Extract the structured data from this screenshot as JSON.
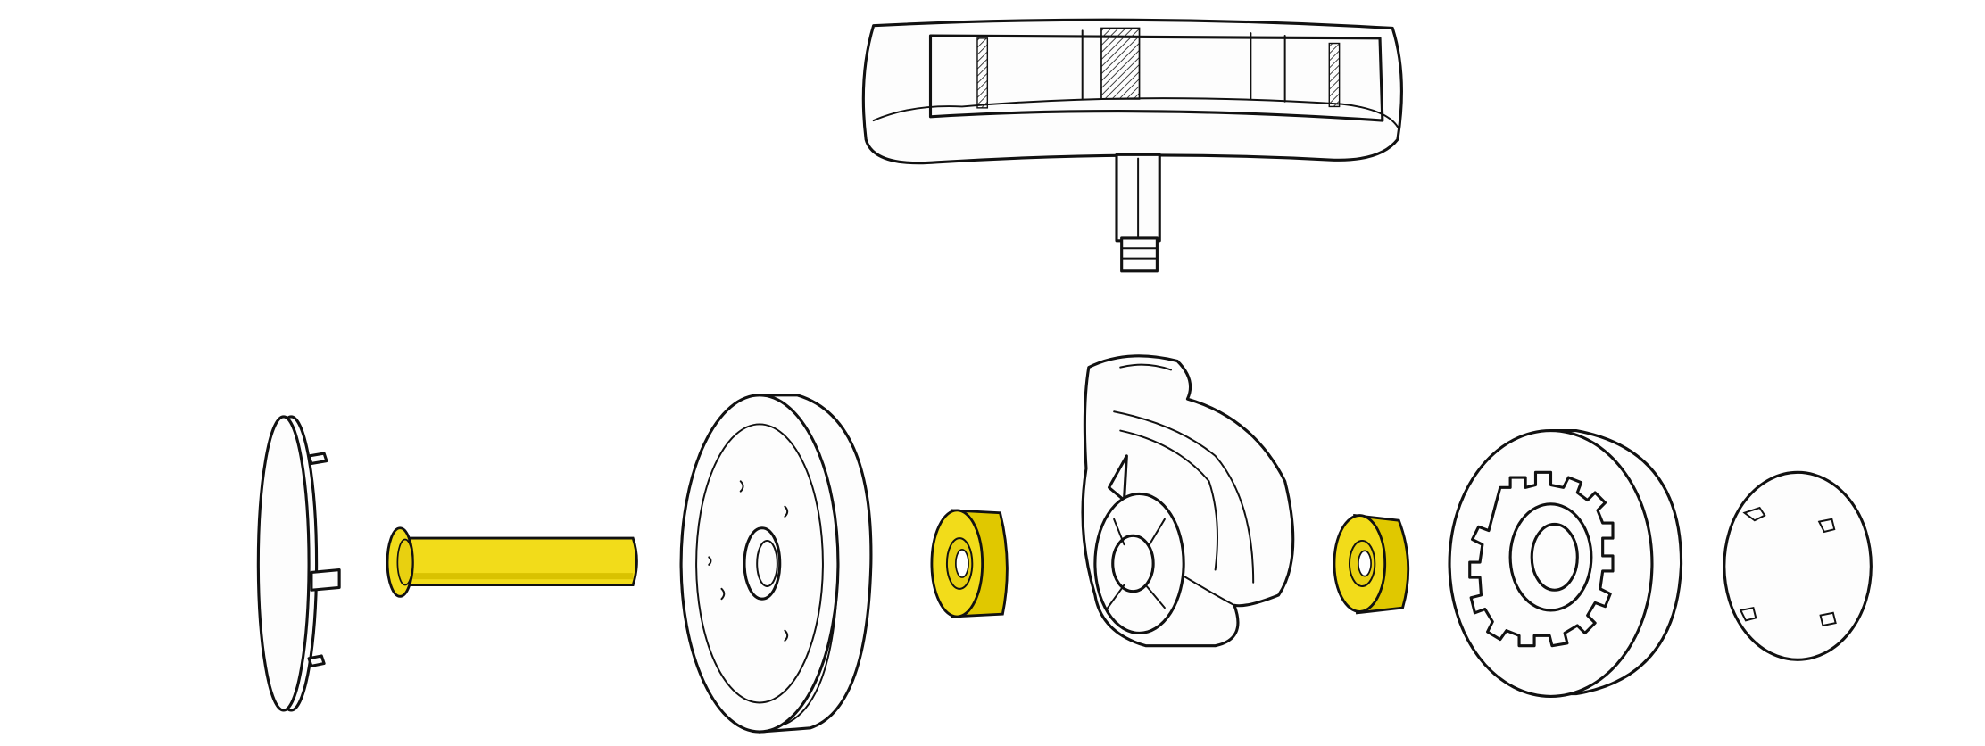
{
  "diagram": {
    "type": "exploded-assembly",
    "parts": [
      {
        "id": "handle",
        "highlighted": false
      },
      {
        "id": "left-cap",
        "highlighted": false
      },
      {
        "id": "axle-pin",
        "highlighted": true
      },
      {
        "id": "wheel-left",
        "highlighted": false
      },
      {
        "id": "bearing-left",
        "highlighted": true
      },
      {
        "id": "caster-fork",
        "highlighted": false
      },
      {
        "id": "bearing-right",
        "highlighted": true
      },
      {
        "id": "wheel-right",
        "highlighted": false
      },
      {
        "id": "right-cap",
        "highlighted": false
      }
    ],
    "colors": {
      "highlight": "#f2dc1a",
      "highlight_shade": "#d9c200",
      "outline": "#111111",
      "background": "#ffffff"
    }
  }
}
